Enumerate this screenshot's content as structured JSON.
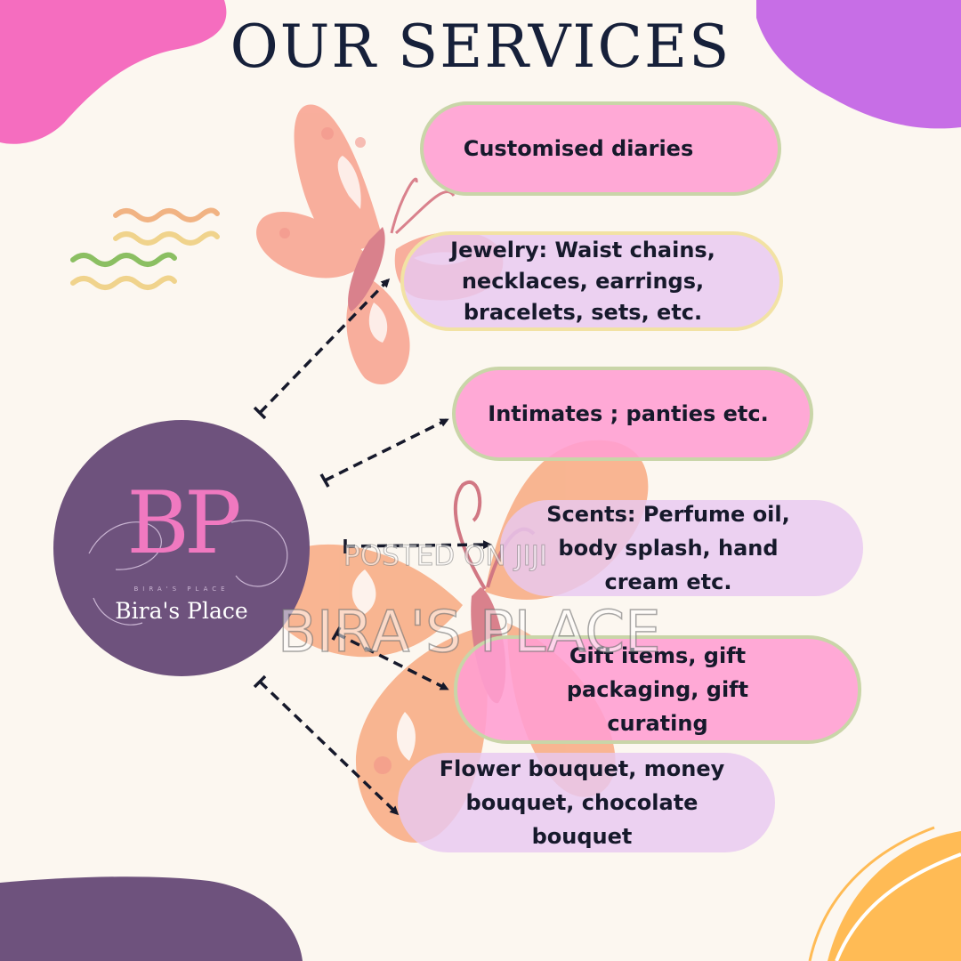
{
  "title": "OUR SERVICES",
  "logo": {
    "monogram": "BP",
    "tagline": "BIRA'S PLACE",
    "name": "Bira's Place"
  },
  "services": [
    {
      "lines": [
        "Customised diaries"
      ]
    },
    {
      "lines": [
        "Jewelry: Waist chains,",
        "necklaces, earrings,",
        "bracelets, sets, etc."
      ]
    },
    {
      "lines": [
        "Intimates ; panties etc."
      ]
    },
    {
      "lines": [
        "Scents: Perfume oil,",
        "body splash, hand",
        "cream etc."
      ]
    },
    {
      "lines": [
        "Gift items, gift",
        "packaging, gift",
        "curating"
      ]
    },
    {
      "lines": [
        "Flower bouquet, money",
        "bouquet, chocolate",
        "bouquet"
      ]
    }
  ],
  "watermark": {
    "small": "POSTED ON JIJI",
    "big": "BIRA'S PLACE"
  },
  "colors": {
    "background": "#fcf7f0",
    "pink_pill": "#ff9ed2",
    "lavender_pill": "#e8c8f0",
    "logo_circle": "#6e527d",
    "blob_purple": "#c76ee6",
    "blob_pink": "#f56dbf",
    "blob_orange": "#ffbb55",
    "butterfly": "#f79a85"
  },
  "icons": [
    "butterfly-icon",
    "squiggle-lines-icon",
    "dashed-arrow-icon"
  ]
}
